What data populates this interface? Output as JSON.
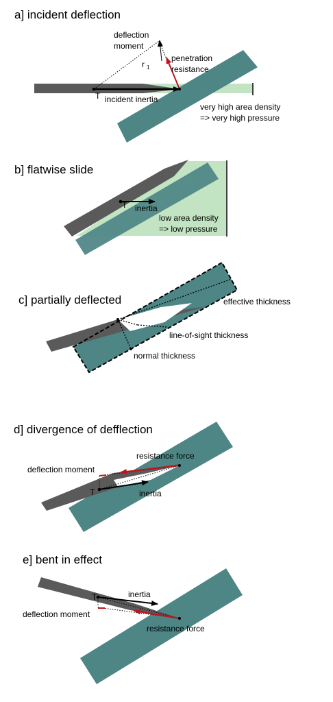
{
  "colors": {
    "plate": "#4e8585",
    "projectile": "#5a5a5a",
    "area": "#c2e4c2",
    "red": "#c0141c",
    "ink": "#000000"
  },
  "panel_a": {
    "title": "a]  incident deflection",
    "deflection_moment": [
      "deflection",
      "moment"
    ],
    "r": "r",
    "r_sub": "1",
    "penetration_resistance": [
      "penetration",
      "resistance"
    ],
    "T": "T",
    "incident_inertia": "incident inertia",
    "area_note": [
      "very high area density",
      "=> very high pressure"
    ]
  },
  "panel_b": {
    "title": "b]   flatwise slide",
    "T": "T",
    "inertia": "inertia",
    "area_note": [
      "low area density",
      "=> low pressure"
    ]
  },
  "panel_c": {
    "title": "c]  partially deflected",
    "effective_thickness": "effective thickness",
    "line_of_sight_thickness": "line-of-sight thickness",
    "normal_thickness": "normal thickness"
  },
  "panel_d": {
    "title": "d]  divergence of defflection",
    "deflection_moment": "deflection moment",
    "resistance_force": "resistance force",
    "T": "T",
    "inertia": "inertia"
  },
  "panel_e": {
    "title": "e]  bent in effect",
    "T": "T",
    "inertia": "inertia",
    "deflection_moment": "deflection moment",
    "resistance_force": "resistance force"
  }
}
